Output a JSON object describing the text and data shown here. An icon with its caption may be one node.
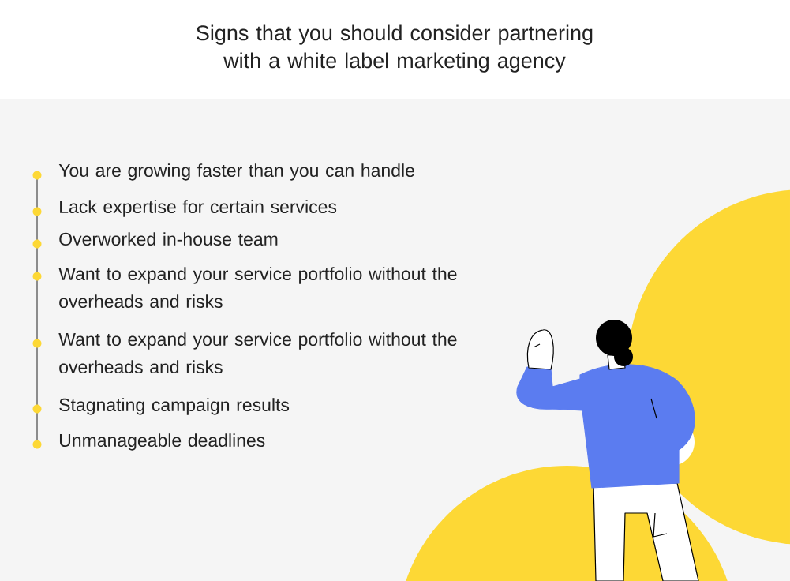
{
  "diagram": {
    "title": "Signs that you should consider partnering with a white label marketing agency",
    "labels": [
      "You are growing faster than you can handle",
      "Lack expertise for certain services",
      "Overworked in-house team",
      "Want to expand your service portfolio without the overheads and risks",
      "Want to expand your service portfolio without the overheads and risks",
      "Stagnating campaign results",
      "Unmanageable deadlines"
    ]
  }
}
